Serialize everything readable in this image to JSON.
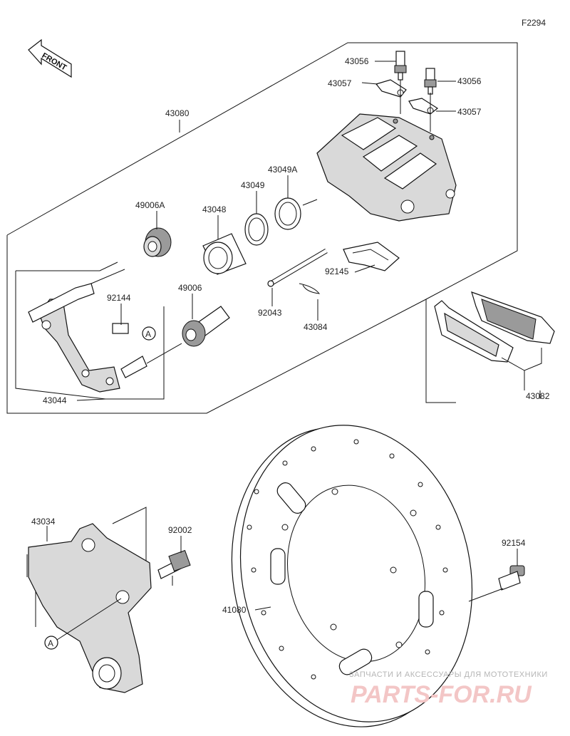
{
  "figure_code": "F2294",
  "front_label": "FRONT",
  "callout_letter": "A",
  "parts": {
    "p43056a": "43056",
    "p43056b": "43056",
    "p43057a": "43057",
    "p43057b": "43057",
    "p43080": "43080",
    "p43049a": "43049A",
    "p43049": "43049",
    "p43048": "43048",
    "p49006a": "49006A",
    "p92144": "92144",
    "p49006": "49006",
    "p92145": "92145",
    "p92043": "92043",
    "p43084": "43084",
    "p43044": "43044",
    "p43082": "43082",
    "p43034": "43034",
    "p92002": "92002",
    "p92154": "92154",
    "p41080": "41080"
  },
  "watermark": {
    "line1": "ЗАПЧАСТИ И АКСЕССУАРЫ ДЛЯ МОТОТЕХНИКИ",
    "line2": "PARTS-FOR.RU"
  }
}
